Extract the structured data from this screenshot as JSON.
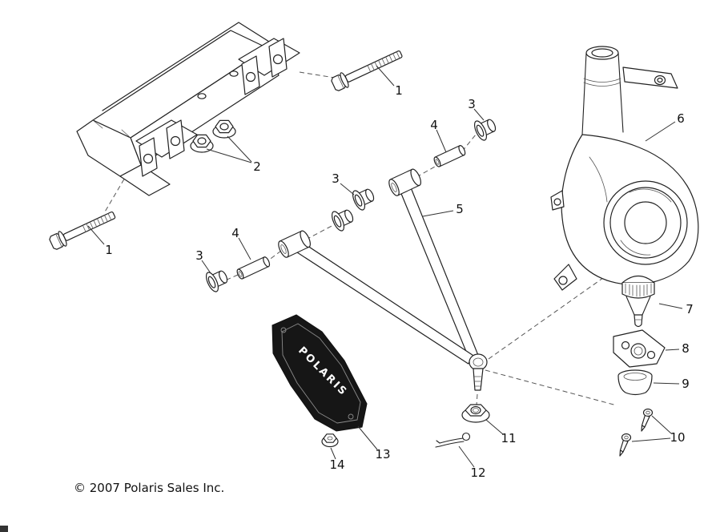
{
  "page": {
    "copyright": "© 2007 Polaris Sales Inc."
  },
  "diagram": {
    "brand_text": "POLARIS",
    "line_color": "#222222",
    "guard_fill": "#161616",
    "callouts": [
      "1",
      "1",
      "2",
      "3",
      "3",
      "3",
      "4",
      "4",
      "5",
      "6",
      "7",
      "8",
      "9",
      "10",
      "11",
      "12",
      "13",
      "14"
    ]
  }
}
